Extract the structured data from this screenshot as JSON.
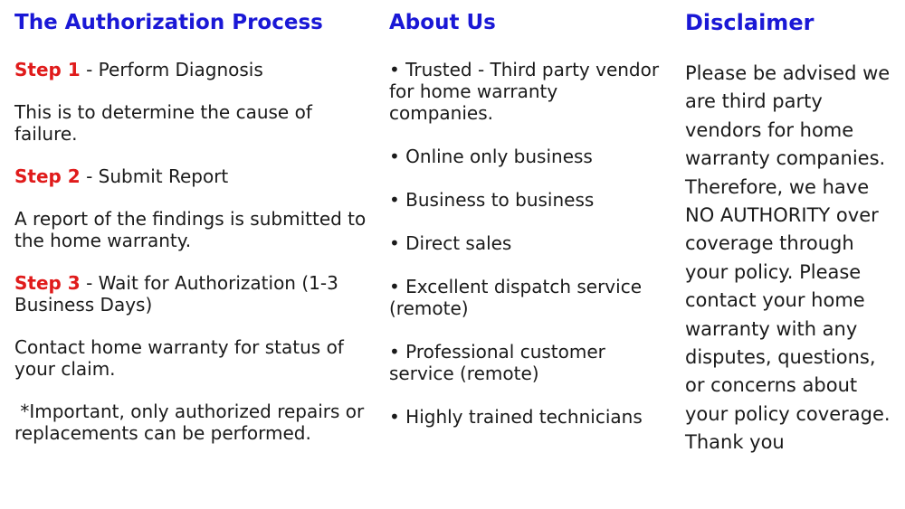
{
  "page": {
    "background": "#ffffff",
    "heading_color": "#1a18d6",
    "step_color": "#e01b1b",
    "body_color": "#1a1a1a"
  },
  "columns": {
    "process": {
      "heading": "The Authorization Process",
      "blocks": [
        {
          "step_label": "Step 1",
          "rest": " - Perform Diagnosis"
        },
        {
          "text": "This is to determine the cause of failure."
        },
        {
          "step_label": "Step 2",
          "rest": " - Submit Report"
        },
        {
          "text": "A report of the findings is submitted to the home warranty."
        },
        {
          "step_label": "Step 3",
          "rest": " - Wait for Authorization (1-3 Business Days)"
        },
        {
          "text": "Contact home warranty for status of your claim."
        },
        {
          "text": " *Important, only authorized repairs or replacements can be performed."
        }
      ]
    },
    "about": {
      "heading": "About Us",
      "bullets": [
        "• Trusted - Third party vendor for home warranty companies.",
        "• Online only business",
        "• Business to business",
        "• Direct sales",
        "• Excellent dispatch service (remote)",
        "• Professional customer service (remote)",
        "• Highly trained technicians"
      ]
    },
    "disclaimer": {
      "heading": "Disclaimer",
      "body": "Please be advised we are third party vendors for home warranty companies. Therefore, we have NO AUTHORITY over coverage through your policy. Please contact your home warranty with any disputes, questions, or concerns about your policy coverage. Thank you"
    }
  }
}
